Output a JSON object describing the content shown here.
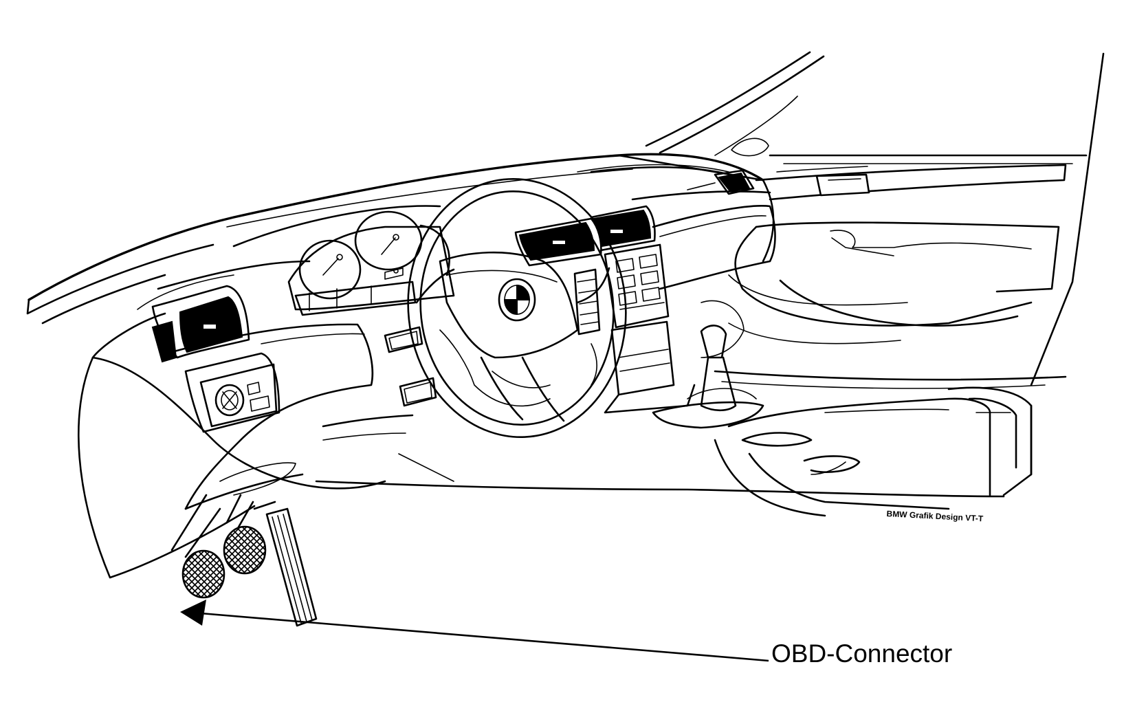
{
  "callout": {
    "label": "OBD-Connector"
  },
  "credit": "BMW Grafik Design VT-T",
  "colors": {
    "line": "#000000",
    "background": "#ffffff"
  },
  "icons": {
    "arrow": "arrowhead-left",
    "emblem": "bmw-roundel"
  }
}
